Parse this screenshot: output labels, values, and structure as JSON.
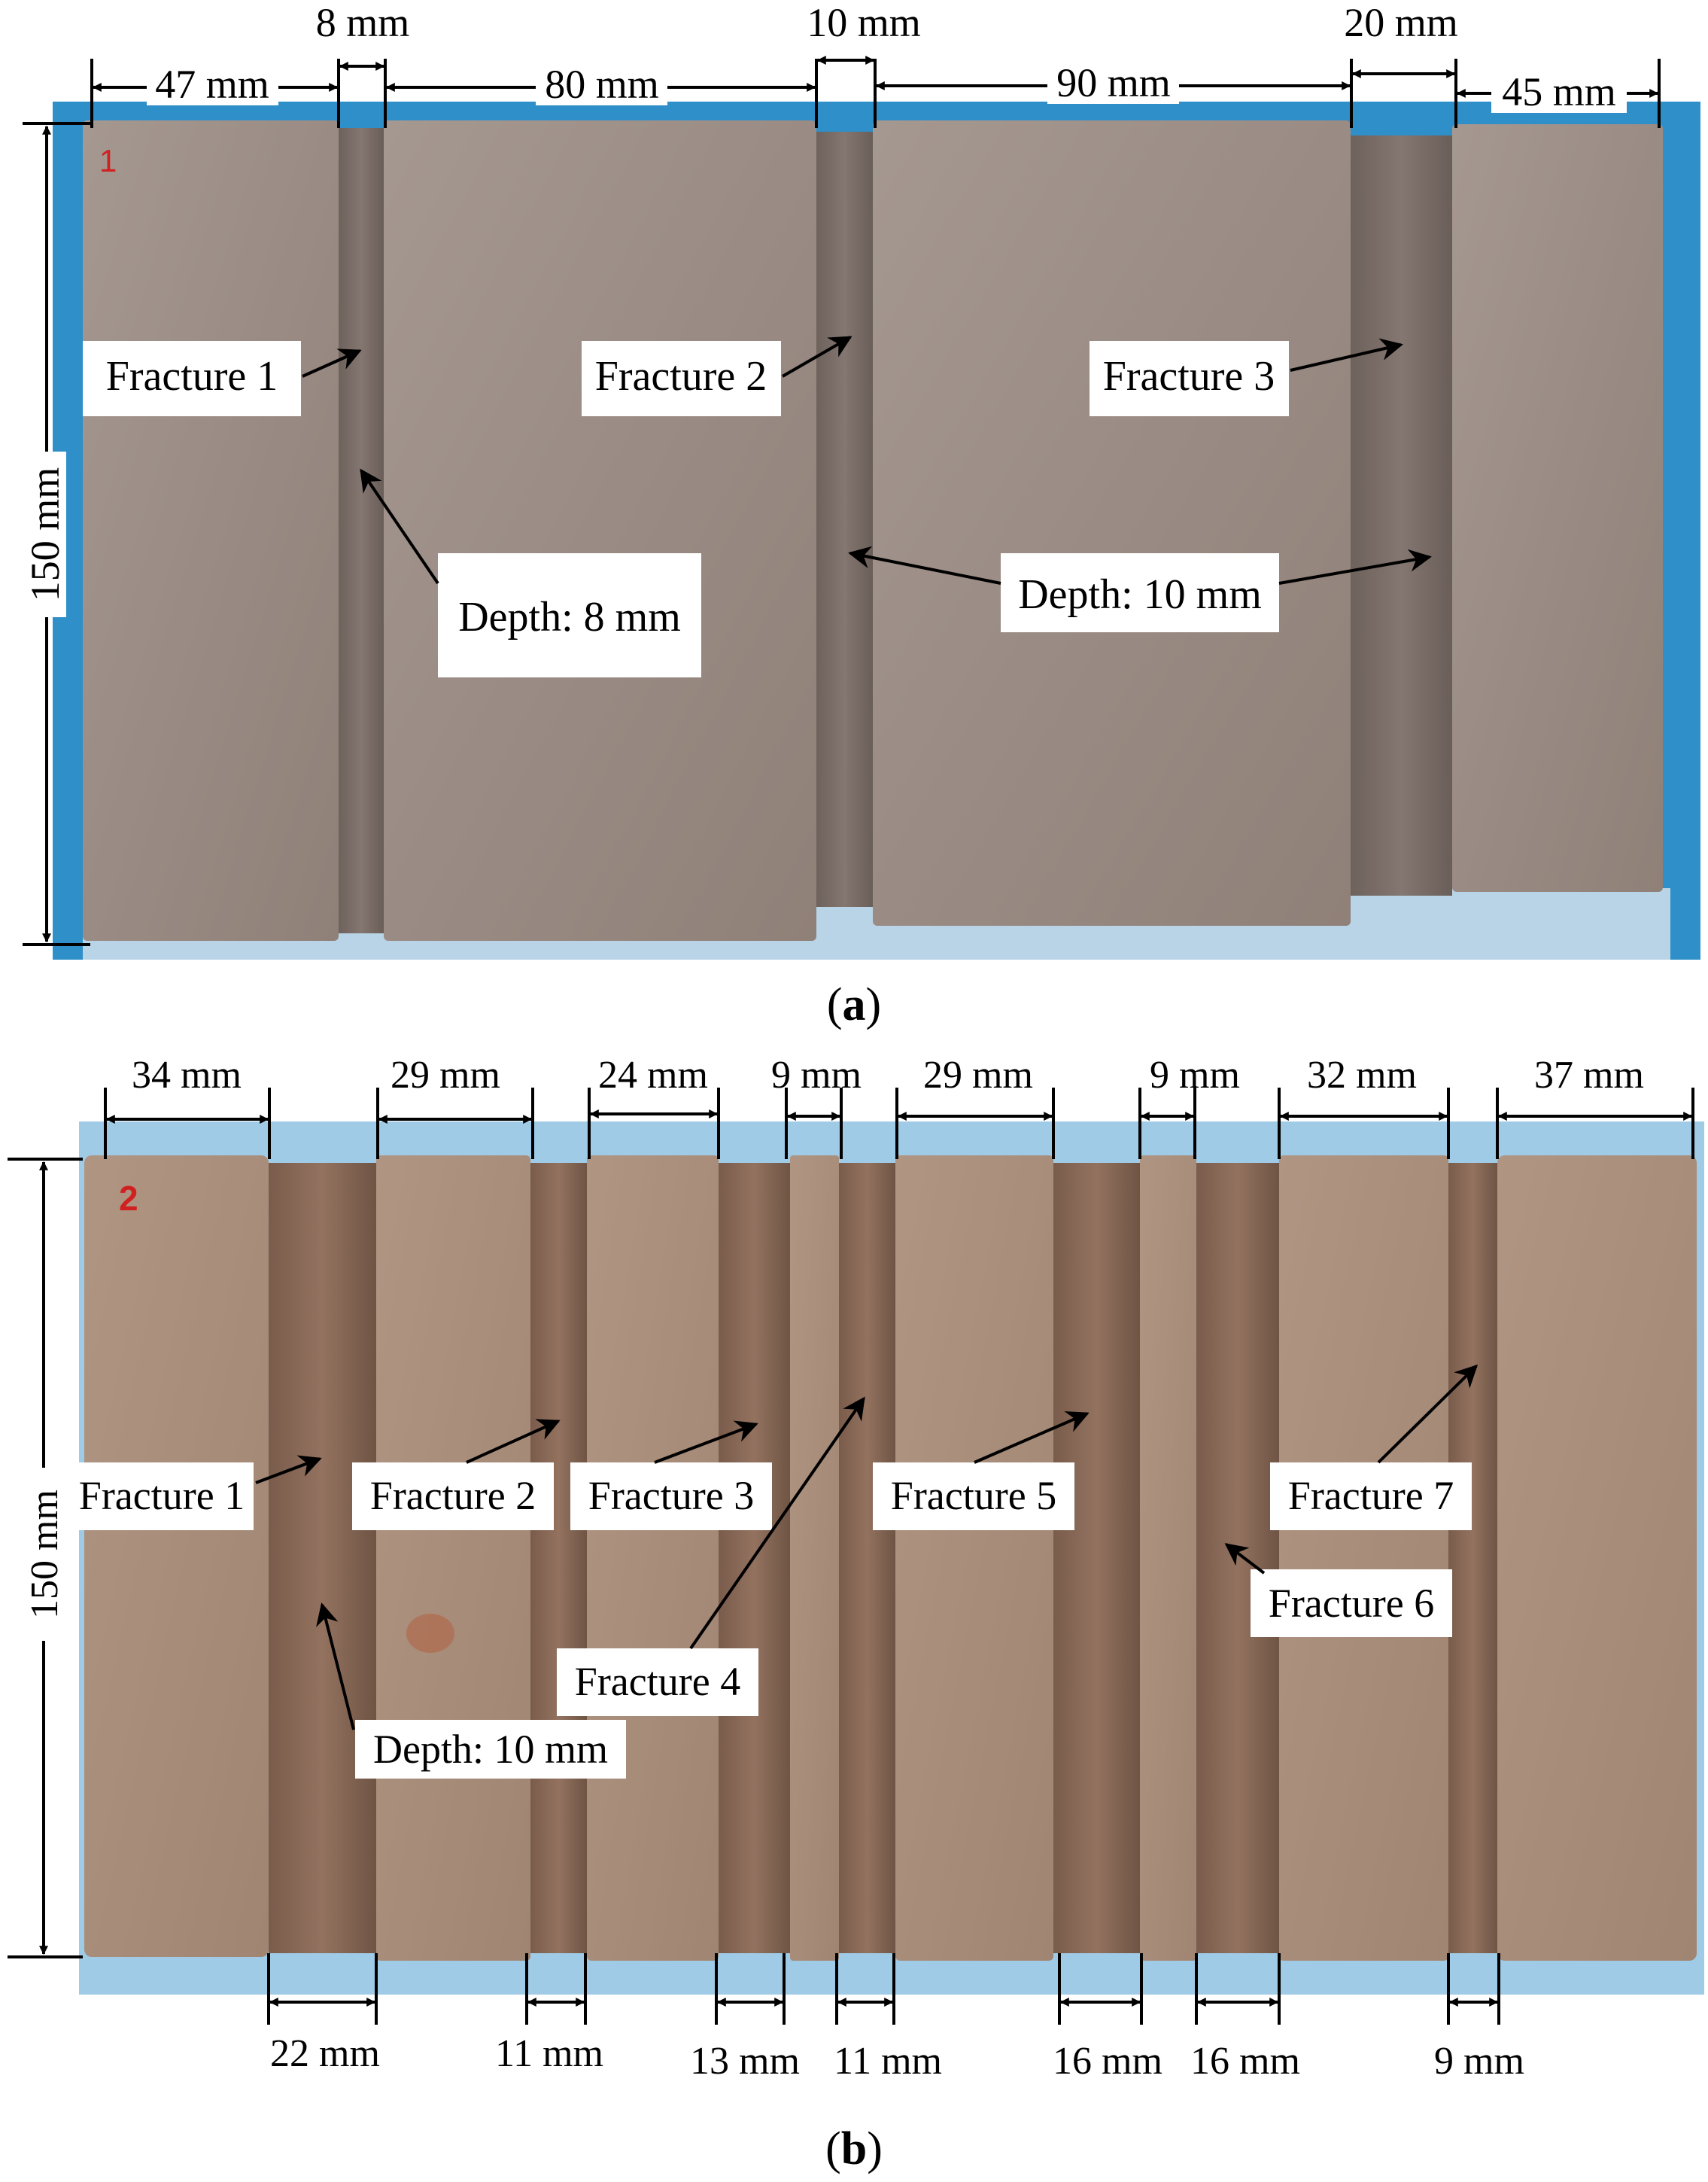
{
  "panel_a": {
    "caption_letter": "a",
    "specimen_number": "1",
    "top_dimensions": [
      "47 mm",
      "8 mm",
      "80 mm",
      "10 mm",
      "90 mm",
      "20 mm",
      "45 mm"
    ],
    "height_dimension": "150 mm",
    "labels": {
      "fracture1": "Fracture 1",
      "fracture2": "Fracture 2",
      "fracture3": "Fracture 3",
      "depth1": "Depth: 8 mm",
      "depth2": "Depth: 10 mm"
    }
  },
  "panel_b": {
    "caption_letter": "b",
    "specimen_number": "2",
    "top_dimensions": [
      "34 mm",
      "29 mm",
      "24 mm",
      "9 mm",
      "29 mm",
      "9 mm",
      "32 mm",
      "37 mm"
    ],
    "bottom_dimensions": [
      "22 mm",
      "11 mm",
      "13 mm",
      "11 mm",
      "16 mm",
      "16 mm",
      "9 mm"
    ],
    "height_dimension": "150 mm",
    "labels": {
      "fracture1": "Fracture 1",
      "fracture2": "Fracture 2",
      "fracture3": "Fracture 3",
      "fracture4": "Fracture 4",
      "fracture5": "Fracture 5",
      "fracture6": "Fracture 6",
      "fracture7": "Fracture 7",
      "depth": "Depth: 10 mm"
    }
  },
  "colors": {
    "background_blue": "#2f8fc8",
    "rock_a": "#9a8a80",
    "rock_b": "#a98e7c",
    "groove_b": "#8a6a58"
  }
}
